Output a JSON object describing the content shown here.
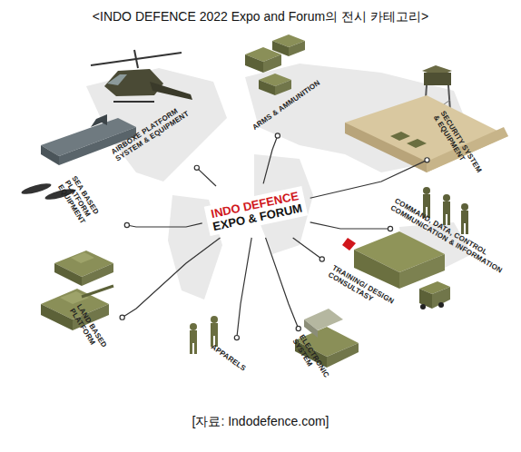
{
  "diagram": {
    "title": "<INDO DEFENCE 2022 Expo and Forum의 전시 카테고리>",
    "caption": "[자료: Indodefence.com]",
    "nodes": [
      {
        "text": [
          "INDO DEFENCE",
          "EXPO & FORUM"
        ]
      },
      {
        "text": [
          "AIRBOXE PLATFORM SYSTEM & EQUIPMENT"
        ]
      },
      {
        "text": [
          "ARMS & AMMUNITION"
        ]
      },
      {
        "text": [
          "SECURITY SYSTEM & EQUIPMENT"
        ]
      },
      {
        "text": [
          "COMMAND, DATA, CONTROL COMMUNICATION & INFORMATION"
        ]
      },
      {
        "text": [
          "TRAINING/ DESIGN CONSULTASY"
        ]
      },
      {
        "text": [
          "ELECTRONIC SYSTEM"
        ]
      },
      {
        "text": [
          "APPARELS"
        ]
      },
      {
        "text": [
          "LAND BASED PLATFORM"
        ]
      },
      {
        "text": [
          "SEA BASED PLATFORM EQUIPMENT"
        ]
      }
    ],
    "edges": [
      {
        "from": 0,
        "to": 1,
        "arrow": "none"
      },
      {
        "from": 0,
        "to": 2,
        "arrow": "none"
      },
      {
        "from": 0,
        "to": 3,
        "arrow": "none"
      },
      {
        "from": 0,
        "to": 4,
        "arrow": "none"
      },
      {
        "from": 0,
        "to": 5,
        "arrow": "none"
      },
      {
        "from": 0,
        "to": 6,
        "arrow": "none"
      },
      {
        "from": 0,
        "to": 7,
        "arrow": "none"
      },
      {
        "from": 0,
        "to": 8,
        "arrow": "none"
      },
      {
        "from": 0,
        "to": 9,
        "arrow": "none"
      }
    ]
  }
}
